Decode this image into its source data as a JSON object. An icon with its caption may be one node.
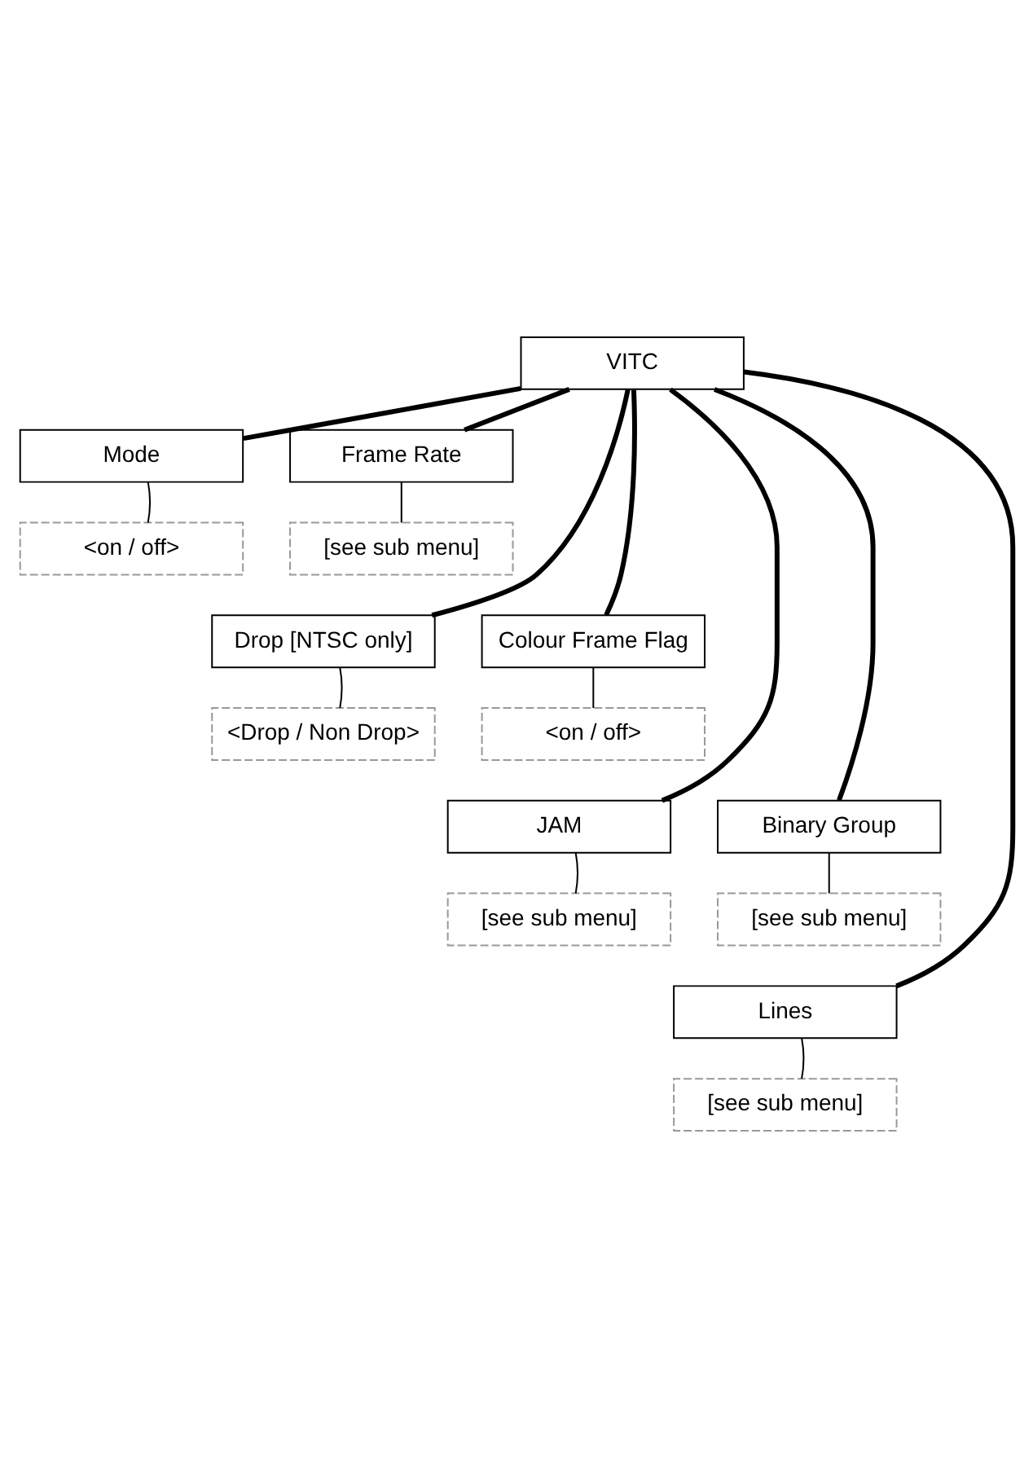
{
  "diagram": {
    "nodes": [
      {
        "text": [
          "VITC"
        ]
      },
      {
        "text": [
          "Mode"
        ]
      },
      {
        "text": [
          "Frame Rate"
        ]
      },
      {
        "text": [
          "<on / off>"
        ]
      },
      {
        "text": [
          "[see sub menu]"
        ]
      },
      {
        "text": [
          "Drop [NTSC only]"
        ]
      },
      {
        "text": [
          "Colour Frame Flag"
        ]
      },
      {
        "text": [
          "<Drop / Non Drop>"
        ]
      },
      {
        "text": [
          "<on / off>"
        ]
      },
      {
        "text": [
          "JAM"
        ]
      },
      {
        "text": [
          "Binary Group"
        ]
      },
      {
        "text": [
          "[see sub menu]"
        ]
      },
      {
        "text": [
          "[see sub menu]"
        ]
      },
      {
        "text": [
          "Lines"
        ]
      },
      {
        "text": [
          "[see sub menu]"
        ]
      }
    ],
    "edges": [
      {
        "from": 0,
        "to": 1,
        "arrow": "none",
        "style": "thick"
      },
      {
        "from": 0,
        "to": 2,
        "arrow": "none",
        "style": "thick"
      },
      {
        "from": 0,
        "to": 5,
        "arrow": "none",
        "style": "thick"
      },
      {
        "from": 0,
        "to": 6,
        "arrow": "none",
        "style": "thick"
      },
      {
        "from": 0,
        "to": 9,
        "arrow": "none",
        "style": "thick"
      },
      {
        "from": 0,
        "to": 10,
        "arrow": "none",
        "style": "thick"
      },
      {
        "from": 0,
        "to": 13,
        "arrow": "none",
        "style": "thick"
      },
      {
        "from": 1,
        "to": 3,
        "arrow": "none"
      },
      {
        "from": 2,
        "to": 4,
        "arrow": "none"
      },
      {
        "from": 5,
        "to": 7,
        "arrow": "none"
      },
      {
        "from": 6,
        "to": 8,
        "arrow": "none"
      },
      {
        "from": 9,
        "to": 11,
        "arrow": "none"
      },
      {
        "from": 10,
        "to": 12,
        "arrow": "none"
      },
      {
        "from": 13,
        "to": 14,
        "arrow": "none"
      }
    ]
  }
}
